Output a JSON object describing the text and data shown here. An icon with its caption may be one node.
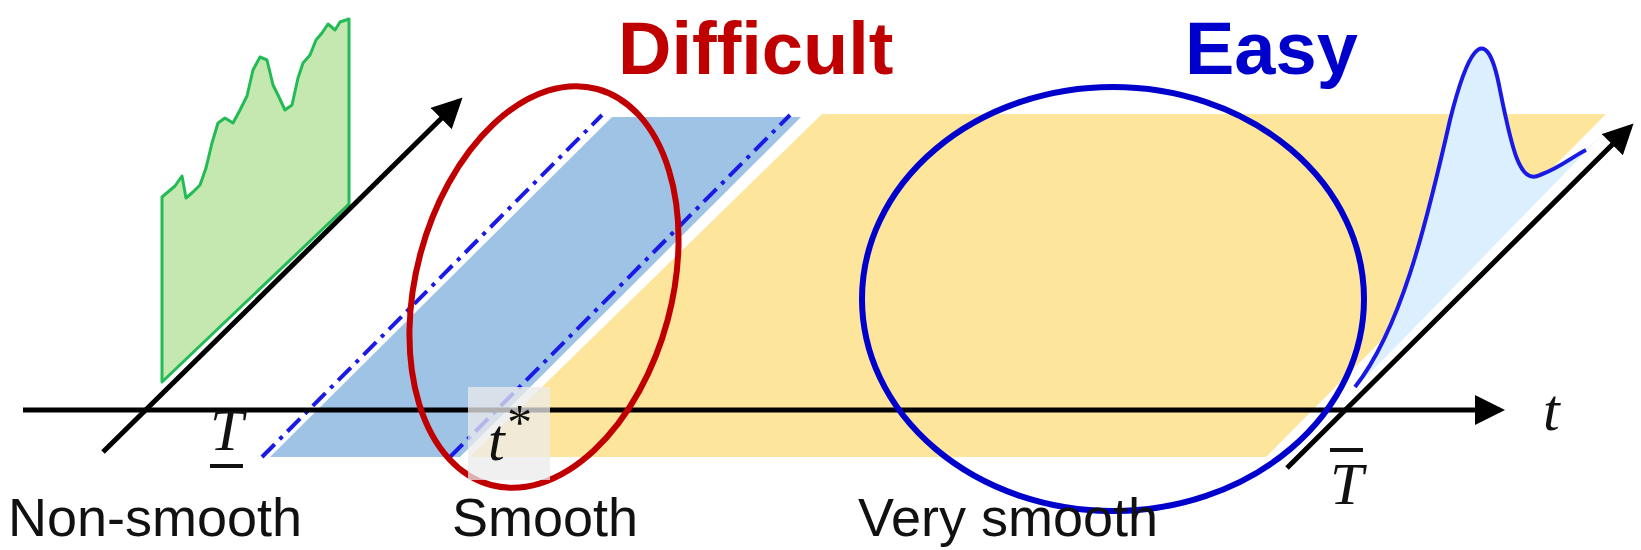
{
  "diagram": {
    "nodes": [
      {
        "text": [
          "Difficult"
        ]
      },
      {
        "text": [
          "Easy"
        ]
      }
    ],
    "labels": [
      "t",
      "T",
      "t$^{*}$",
      "T",
      "Non-smooth",
      "Smooth",
      "Very smooth"
    ]
  }
}
